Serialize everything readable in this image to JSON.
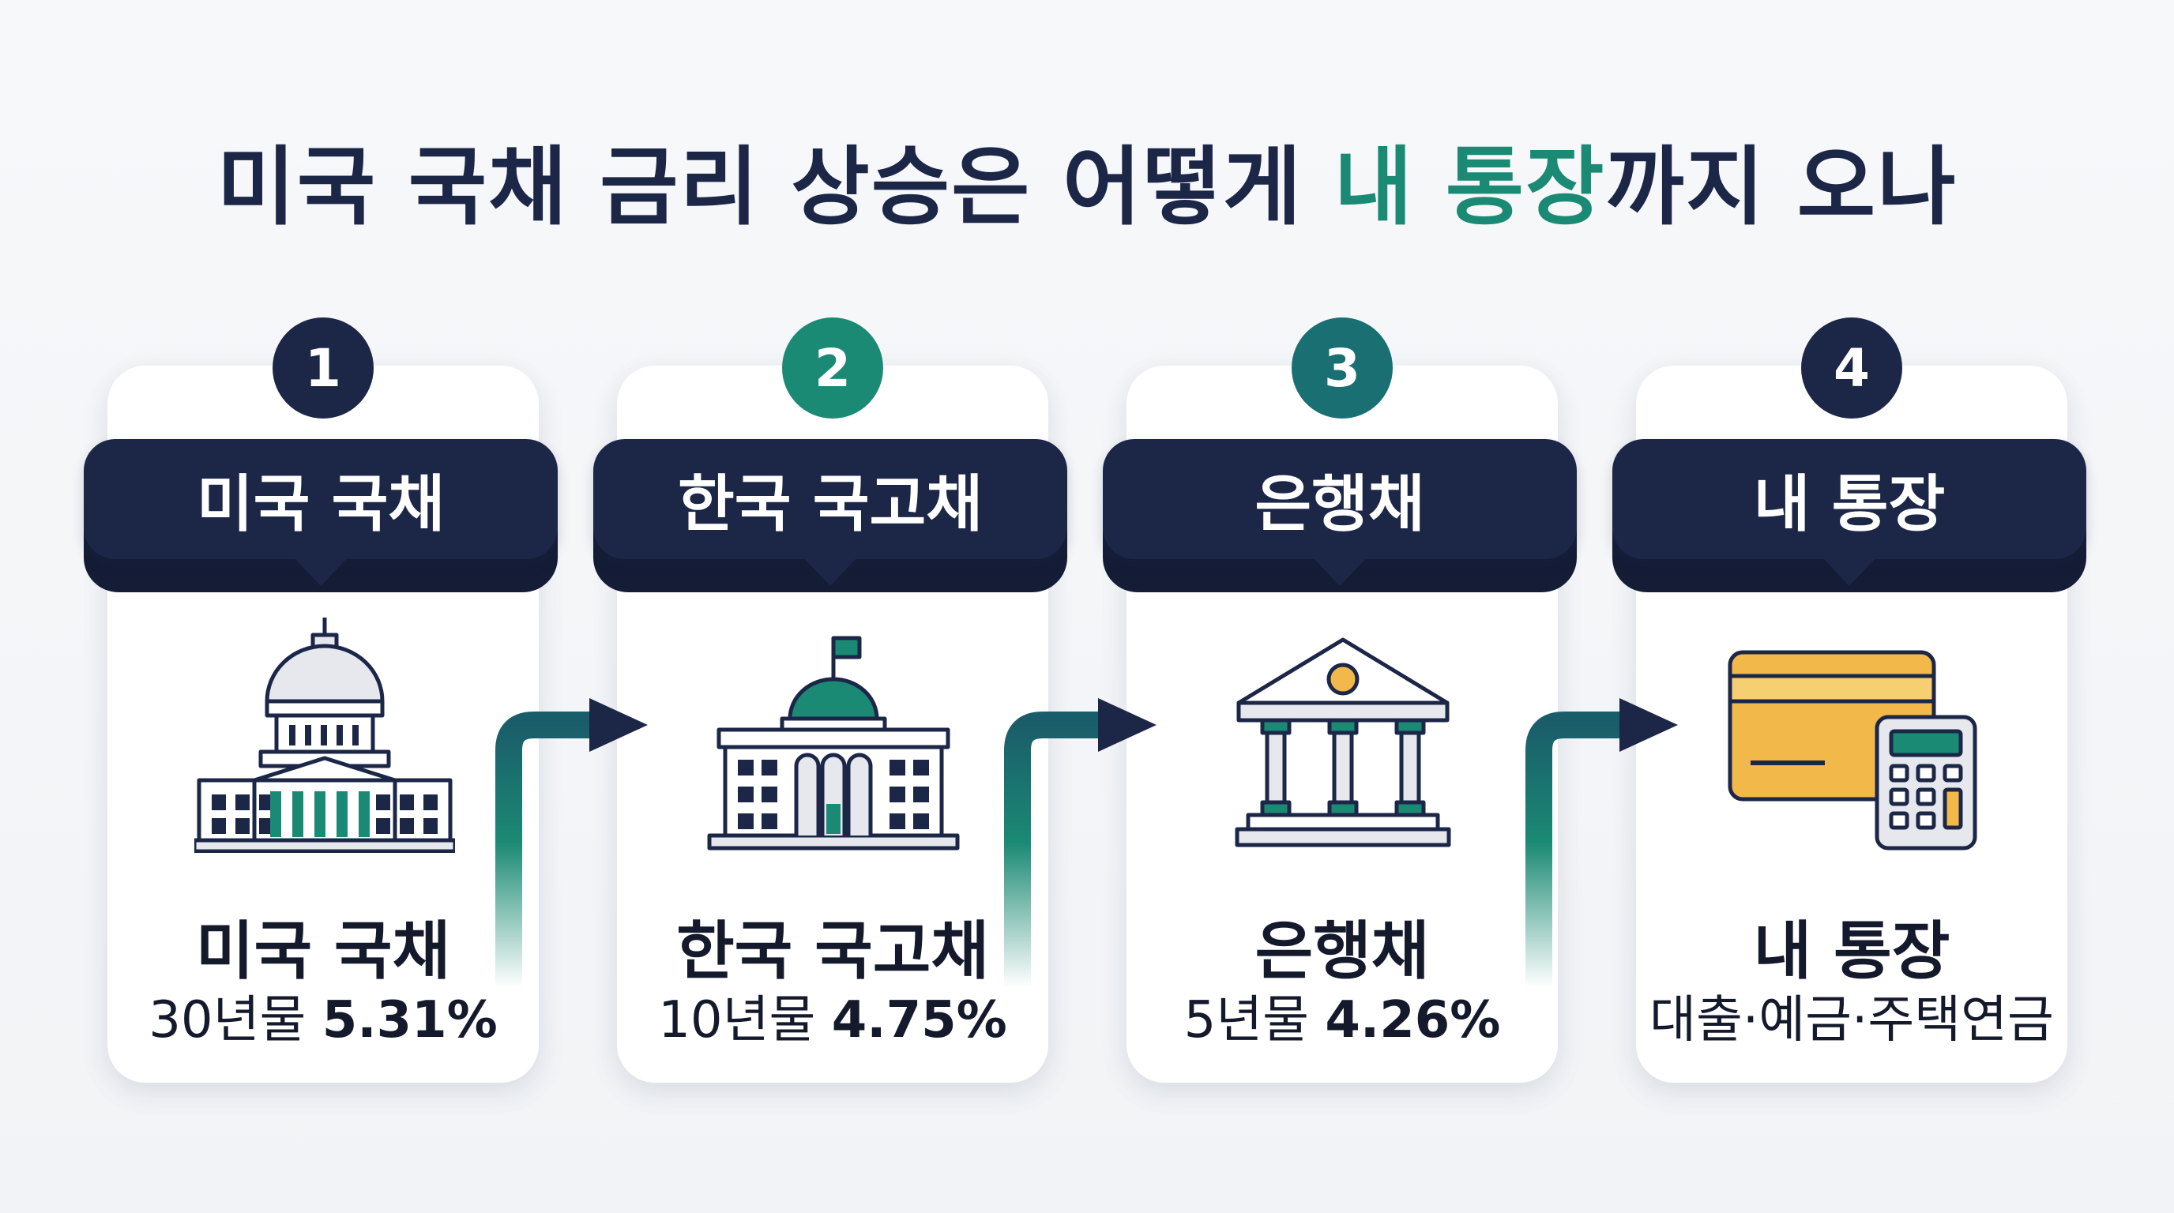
{
  "title": {
    "part1": "미국 국채 금리 상승은 어떻게 ",
    "accent": "내 통장",
    "part2": "까지 오나"
  },
  "colors": {
    "navy": "#1c2748",
    "teal": "#1b8a74",
    "teal_dark": "#1a6f73",
    "card_gold": "#f2b94a"
  },
  "steps": [
    {
      "number": "1",
      "banner": "미국 국채",
      "title": "미국 국채",
      "sub_prefix": "30년물 ",
      "sub_value": "5.31%",
      "icon": "capitol-building-icon",
      "badge_color": "#1c2748"
    },
    {
      "number": "2",
      "banner": "한국 국고채",
      "title": "한국 국고채",
      "sub_prefix": "10년물 ",
      "sub_value": "4.75%",
      "icon": "government-building-icon",
      "badge_color": "#1b8a74"
    },
    {
      "number": "3",
      "banner": "은행채",
      "title": "은행채",
      "sub_prefix": "5년물 ",
      "sub_value": "4.26%",
      "icon": "bank-icon",
      "badge_color": "#1a6f73"
    },
    {
      "number": "4",
      "banner": "내 통장",
      "title": "내 통장",
      "sub_prefix": "대출·예금·주택연금",
      "sub_value": "",
      "icon": "card-calculator-icon",
      "badge_color": "#1c2748"
    }
  ]
}
